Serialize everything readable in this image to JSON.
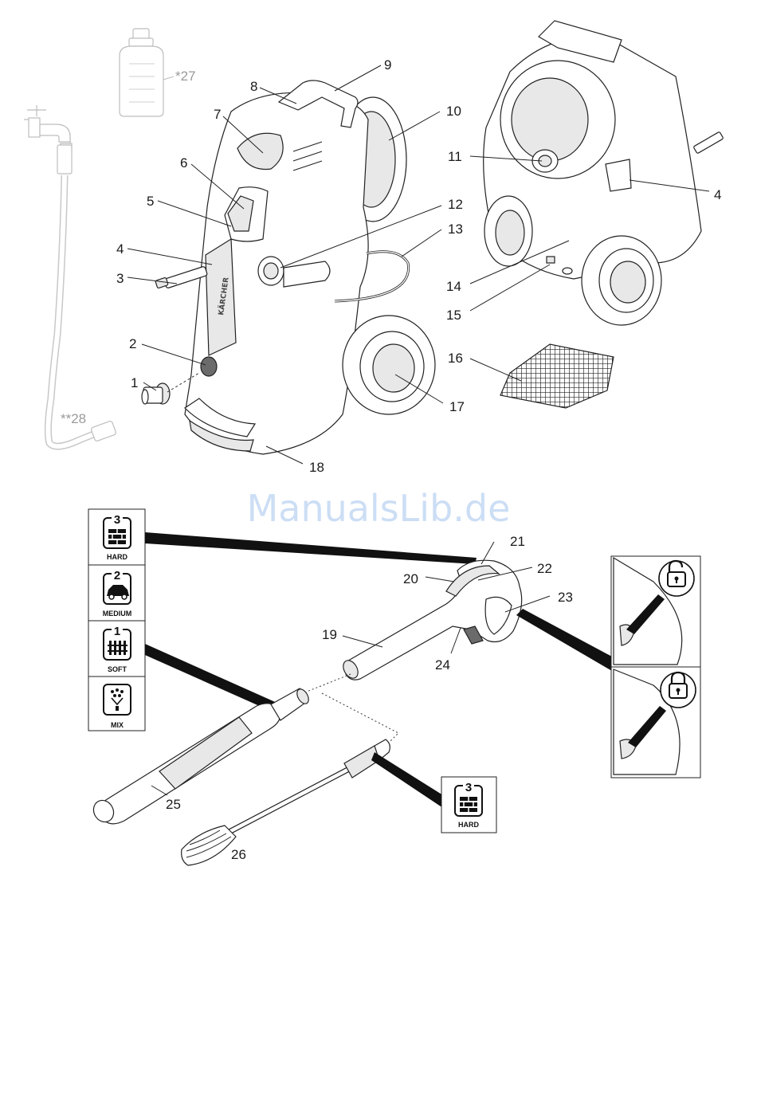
{
  "watermark": "ManualsLib.de",
  "brand_text": "KÄRCHER",
  "callouts": {
    "c1": "1",
    "c2": "2",
    "c3": "3",
    "c4a": "4",
    "c4b": "4",
    "c5": "5",
    "c6": "6",
    "c7": "7",
    "c8": "8",
    "c9": "9",
    "c10": "10",
    "c11": "11",
    "c12": "12",
    "c13": "13",
    "c14": "14",
    "c15": "15",
    "c16": "16",
    "c17": "17",
    "c18": "18",
    "c19": "19",
    "c20": "20",
    "c21": "21",
    "c22": "22",
    "c23": "23",
    "c24": "24",
    "c25": "25",
    "c26": "26",
    "c27": "*27",
    "c28": "**28"
  },
  "mode_panel": [
    {
      "number": "3",
      "label": "HARD",
      "icon": "brick-wall-icon"
    },
    {
      "number": "2",
      "label": "MEDIUM",
      "icon": "car-icon"
    },
    {
      "number": "1",
      "label": "SOFT",
      "icon": "fence-icon"
    },
    {
      "number": "",
      "label": "MIX",
      "icon": "detergent-spray-icon"
    }
  ],
  "hard_box": {
    "number": "3",
    "label": "HARD",
    "icon": "brick-wall-icon"
  },
  "lock_panel": [
    {
      "state": "unlocked",
      "icon": "unlocked-padlock-icon"
    },
    {
      "state": "locked",
      "icon": "locked-padlock-icon"
    }
  ]
}
